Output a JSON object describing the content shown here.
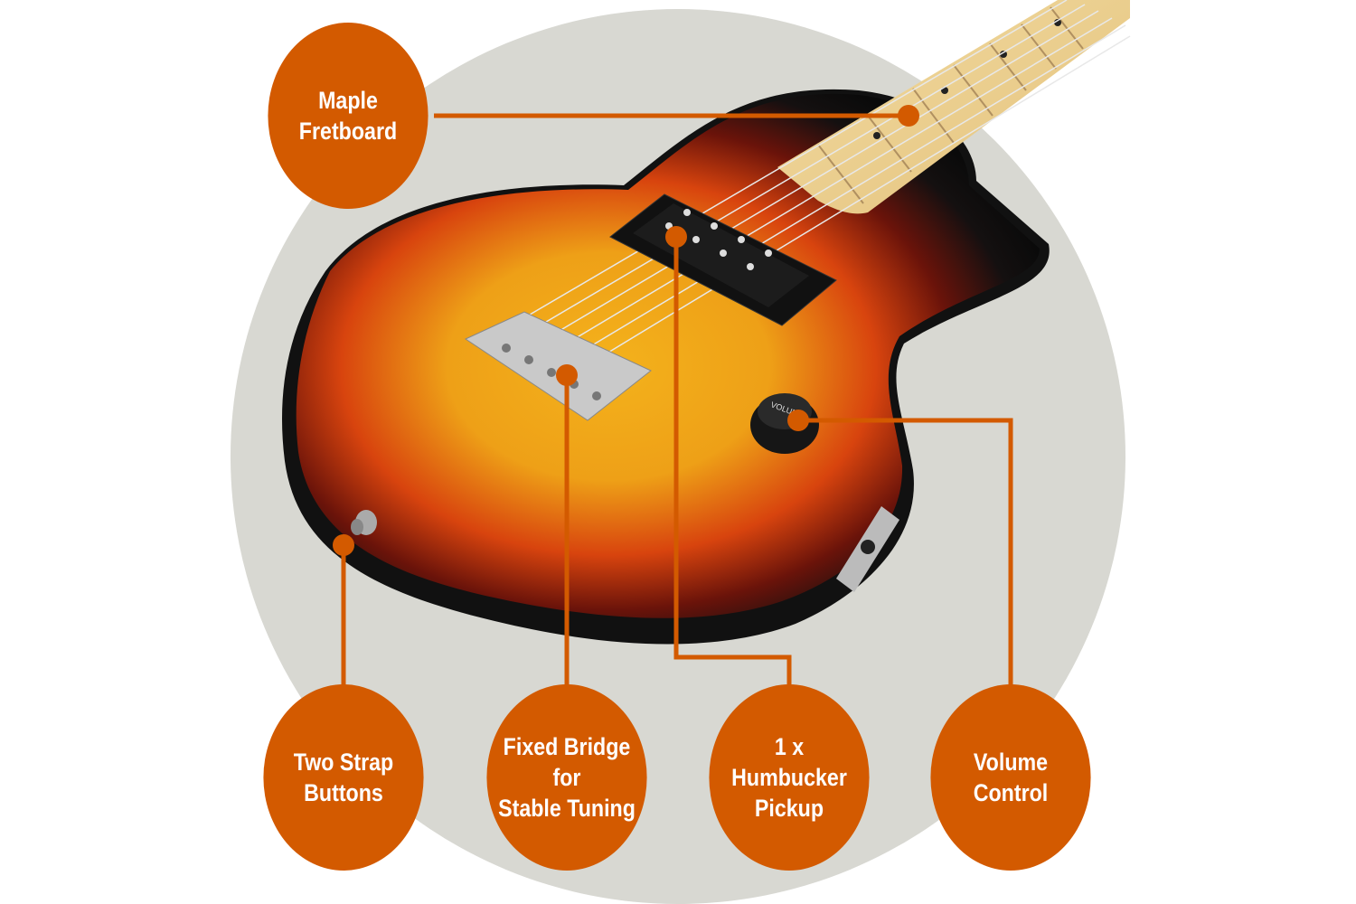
{
  "colors": {
    "accent": "#d35a00",
    "backdrop": "#d8d8d2"
  },
  "callouts": {
    "fretboard": "Maple\nFretboard",
    "strap": "Two Strap\nButtons",
    "bridge": "Fixed Bridge for\nStable Tuning",
    "pickup": "1 x\nHumbucker\nPickup",
    "volume": "Volume\nControl"
  },
  "knob_label": "VOLUME"
}
